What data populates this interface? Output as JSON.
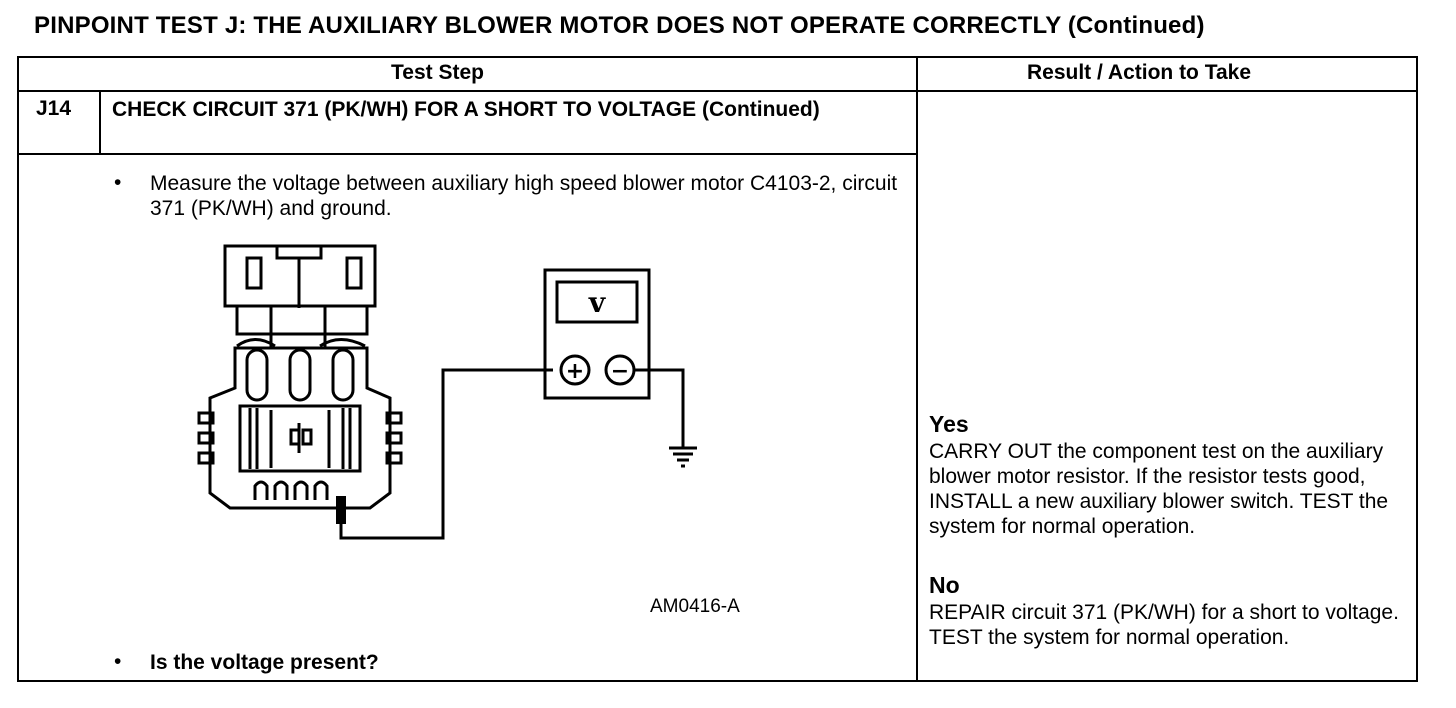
{
  "page_title": "PINPOINT TEST J: THE AUXILIARY BLOWER MOTOR DOES NOT OPERATE CORRECTLY (Continued)",
  "table": {
    "headers": {
      "test_step": "Test Step",
      "result": "Result / Action to Take"
    },
    "step": {
      "number": "J14",
      "title": "CHECK CIRCUIT 371 (PK/WH) FOR A SHORT TO VOLTAGE (Continued)",
      "instruction": "Measure the voltage between auxiliary high speed blower motor C4103-2, circuit 371 (PK/WH) and ground.",
      "question": "Is the voltage present?",
      "bullet": "•",
      "figure": {
        "id": "AM0416-A",
        "meter_symbol": "v",
        "plus_symbol": "+",
        "minus_symbol": "−"
      }
    },
    "results": [
      {
        "heading": "Yes",
        "text": "CARRY OUT the component test on the auxiliary blower motor resistor. If the resistor tests good, INSTALL a new auxiliary blower switch. TEST the system for normal operation."
      },
      {
        "heading": "No",
        "text": "REPAIR circuit 371 (PK/WH) for a short to voltage. TEST the system for normal operation."
      }
    ]
  }
}
